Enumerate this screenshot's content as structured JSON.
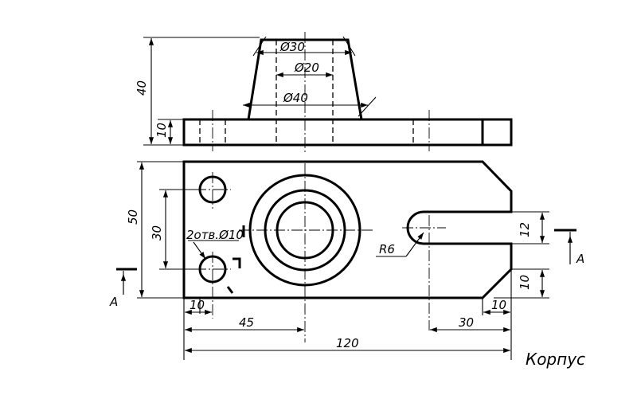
{
  "dimensions": {
    "dia_top": "Ø30",
    "dia_mid": "Ø20",
    "dia_base": "Ø40",
    "height_total": "40",
    "height_base": "10",
    "width_50": "50",
    "dist_30_left": "30",
    "holes_note": "2отв.Ø10",
    "radius": "R6",
    "slot_width": "12",
    "chamfer_right": "10",
    "bottom_10_left": "10",
    "bottom_10_right": "10",
    "dim_45": "45",
    "dim_30_right": "30",
    "dim_120": "120"
  },
  "section": {
    "left_label": "A",
    "right_label": "A"
  },
  "title": "Корпус"
}
